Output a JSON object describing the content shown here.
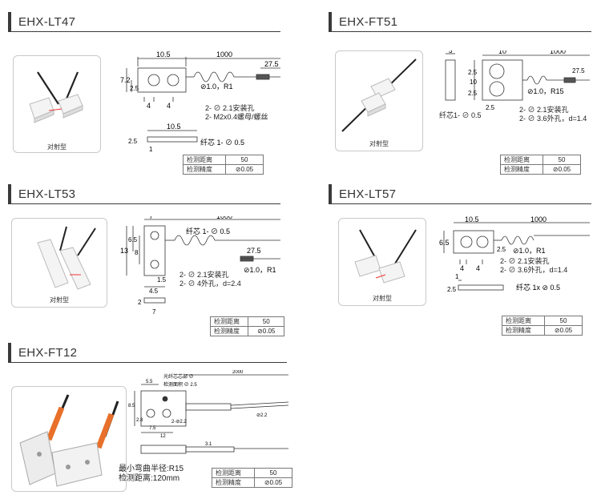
{
  "labels": {
    "distance": "检测距离",
    "precision": "检测精度",
    "distance_value": "50",
    "precision_value": "⊘0.05",
    "fiber_core": "纤芯 1- ⊘ 0.5",
    "fiber_core_1x": "纤芯 1x ⊘ 0.5",
    "fiber_core_ft51": "纤芯1- ⊘ 0.5",
    "pair_type": "对射型",
    "mount_hole": "2- ⊘ 2.1安装孔",
    "bend_r1": "⊘1.0，R1",
    "bend_r15": "⊘1.0，R15"
  },
  "sections": {
    "lt47": {
      "title": "EHX-LT47",
      "dims": [
        "10.5",
        "1000",
        "27.5",
        "7.2",
        "2.5",
        "4",
        "4",
        "10.5",
        "2.5",
        "1"
      ],
      "notes": [
        "2- M2x0.4螺母/螺丝"
      ]
    },
    "ft51": {
      "title": "EHX-FT51",
      "dims": [
        "3",
        "10",
        "1000",
        "27.5",
        "2.5",
        "10",
        "2.5",
        "2.5"
      ],
      "notes": [
        "2- ⊘ 3.6外孔，d=1.4"
      ]
    },
    "lt53": {
      "title": "EHX-LT53",
      "dims": [
        "7",
        "1000",
        "6.5",
        "8",
        "13",
        "27.5",
        "1.5",
        "4.5",
        "2",
        "7"
      ],
      "notes": [
        "2- ⊘ 4外孔，d=2.4"
      ]
    },
    "lt57": {
      "title": "EHX-LT57",
      "dims": [
        "10.5",
        "1000",
        "6.5",
        "2.5",
        "4",
        "4",
        "1",
        "2.5"
      ],
      "notes": [
        "2- ⊘ 3.6外孔，d=1.4"
      ]
    },
    "ft12": {
      "title": "EHX-FT12",
      "dims": [
        "2000",
        "5.5",
        "8.5",
        "2.8",
        "7.5",
        "12",
        "3.1",
        "⊘2.2"
      ],
      "notes": [
        "光纤芯芯部 ⊘",
        "检测面积 ⊘ 2.5",
        "2-⊘2.2"
      ],
      "specs": [
        "最小弯曲半径:R15",
        "检测距离:120mm"
      ]
    }
  }
}
